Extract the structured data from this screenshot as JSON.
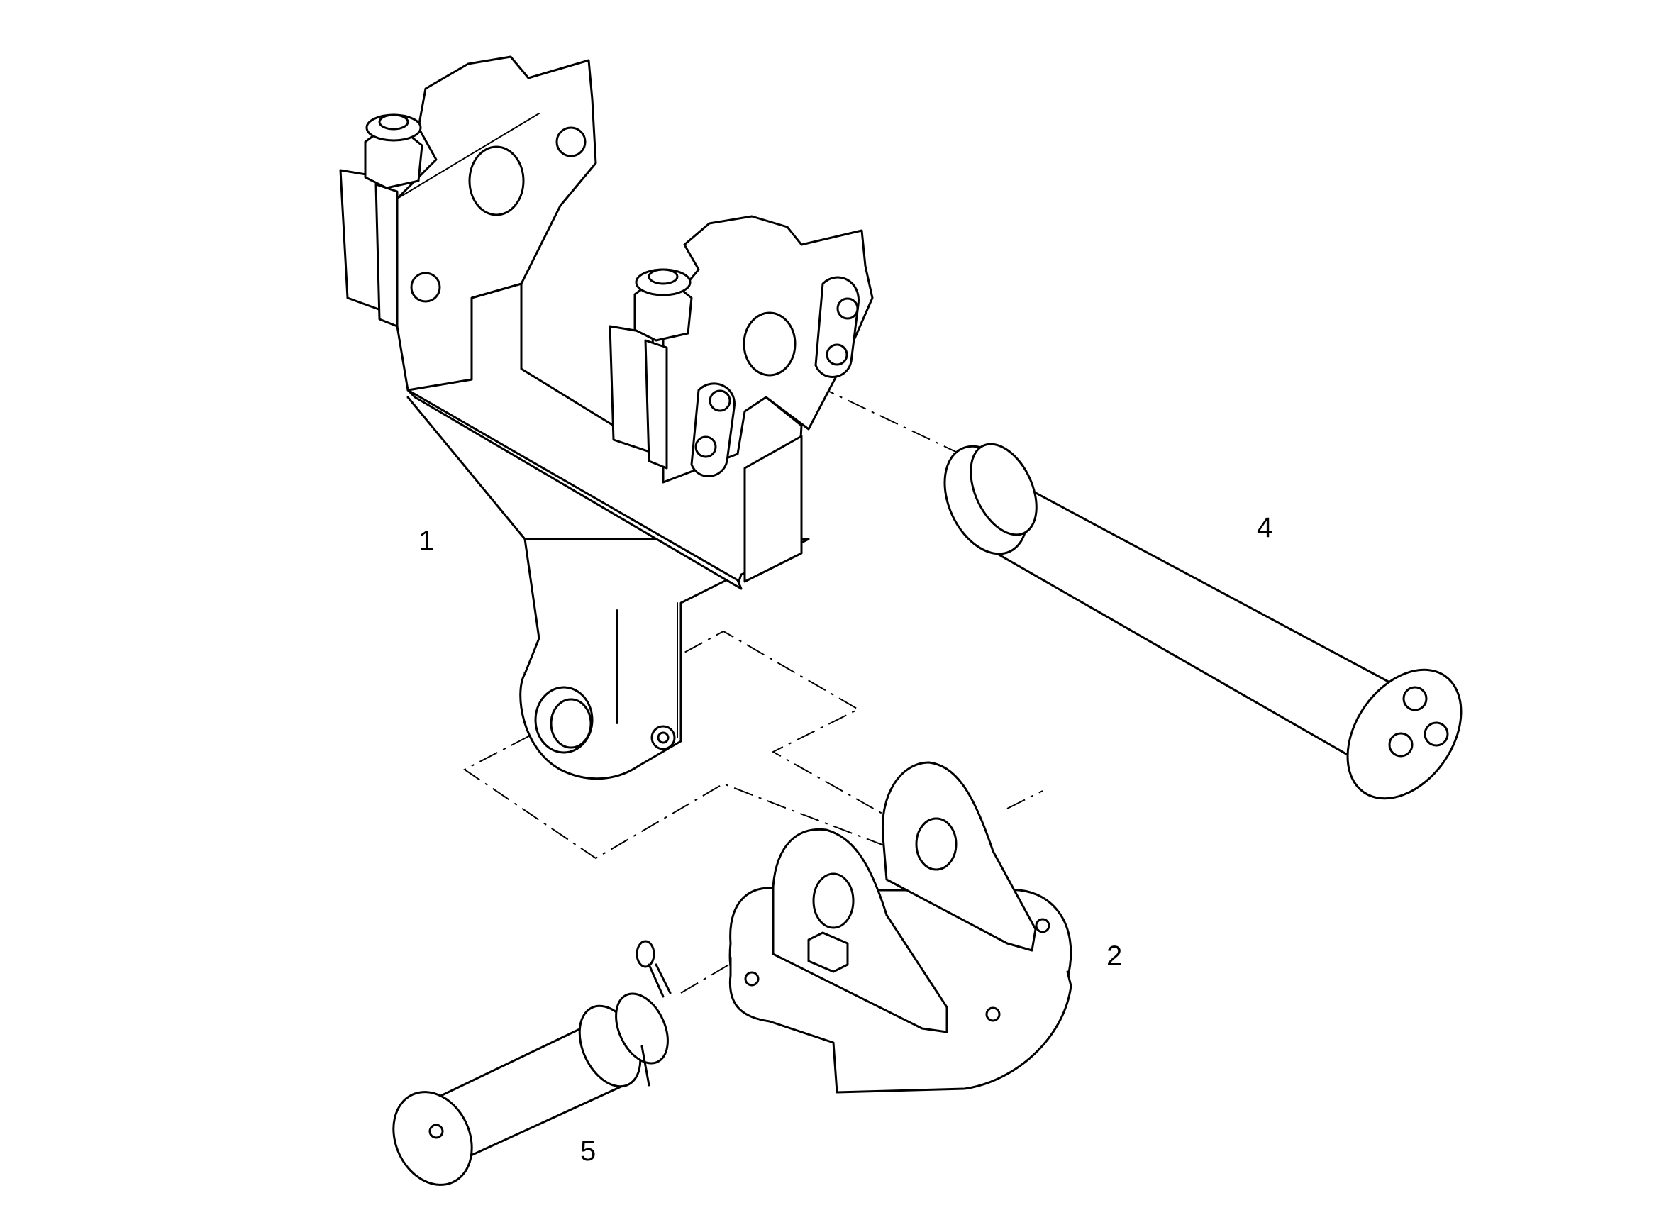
{
  "callouts": [
    {
      "id": "1",
      "label": "1"
    },
    {
      "id": "2",
      "label": "2"
    },
    {
      "id": "4",
      "label": "4"
    },
    {
      "id": "5",
      "label": "5"
    }
  ],
  "colors": {
    "line": "#000000",
    "background": "#ffffff"
  }
}
